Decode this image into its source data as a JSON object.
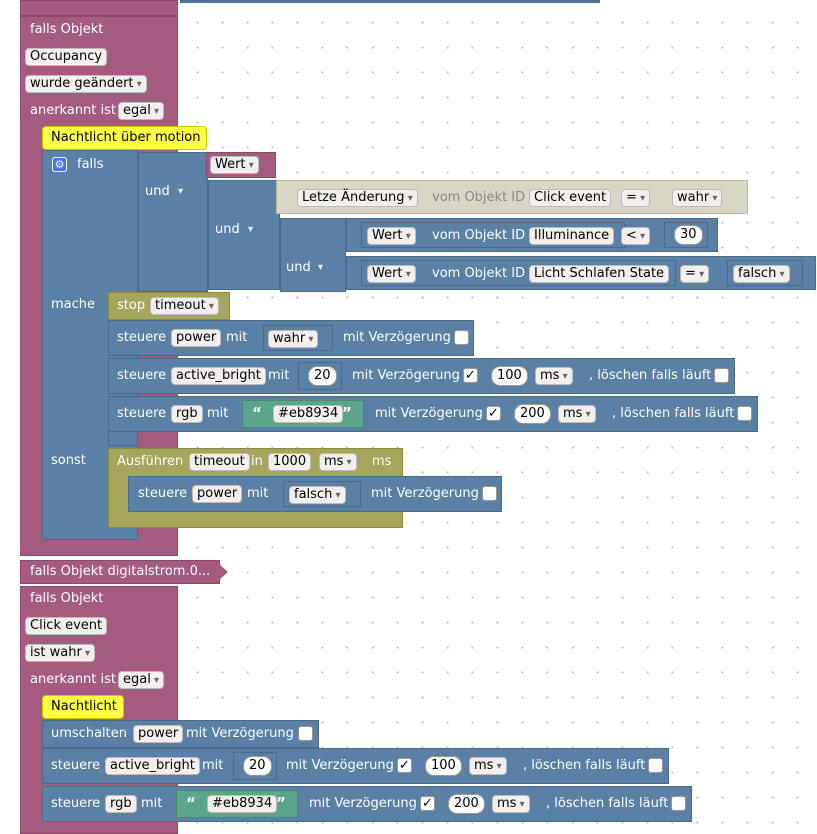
{
  "event1": {
    "header": "falls Objekt",
    "object": "Occupancy",
    "trigger": "wurde geändert",
    "ack_prefix": "anerkannt ist",
    "ack_value": "egal"
  },
  "comment1": "Nachtlicht über motion",
  "if_block": {
    "falls": "falls",
    "und": "und",
    "wert": "Wert",
    "cond1": {
      "field": "Letze Änderung",
      "mid": "vom Objekt ID",
      "object": "Click event",
      "op": "=",
      "value": "wahr"
    },
    "cond2": {
      "field": "Wert",
      "mid": "vom Objekt ID",
      "object": "Illuminance",
      "op": "<",
      "value": "30"
    },
    "cond3": {
      "field": "Wert",
      "mid": "vom Objekt ID",
      "object": "Licht Schlafen State",
      "op": "=",
      "value": "falsch"
    },
    "mache": "mache",
    "sonst": "sonst"
  },
  "stop_block": {
    "label": "stop",
    "name": "timeout"
  },
  "control": {
    "steuere": "steuere",
    "mit": "mit",
    "mit_verz": "mit Verzögerung",
    "loeschen": ", löschen falls läuft",
    "check": "✓"
  },
  "action1": {
    "state": "power",
    "value": "wahr"
  },
  "action2": {
    "state": "active_bright",
    "value": "20",
    "delay": "100",
    "unit": "ms"
  },
  "action3": {
    "state": "rgb",
    "value": "#eb8934",
    "delay": "200",
    "unit": "ms"
  },
  "timeout_block": {
    "label": "Ausführen",
    "name": "timeout",
    "in": "in",
    "delay": "1000",
    "unit": "ms",
    "unit2": "ms"
  },
  "action4": {
    "state": "power",
    "value": "falsch"
  },
  "collapsed": "falls Objekt digitalstrom.0...",
  "event2": {
    "header": "falls Objekt",
    "object": "Click event",
    "trigger": "ist wahr",
    "ack_prefix": "anerkannt ist",
    "ack_value": "egal"
  },
  "comment2": "Nachtlicht",
  "toggle": {
    "label": "umschalten",
    "state": "power",
    "suffix": "mit Verzögerung"
  },
  "action5": {
    "state": "active_bright",
    "value": "20",
    "delay": "100",
    "unit": "ms"
  },
  "action6": {
    "state": "rgb",
    "value": "#eb8934",
    "delay": "200",
    "unit": "ms"
  }
}
